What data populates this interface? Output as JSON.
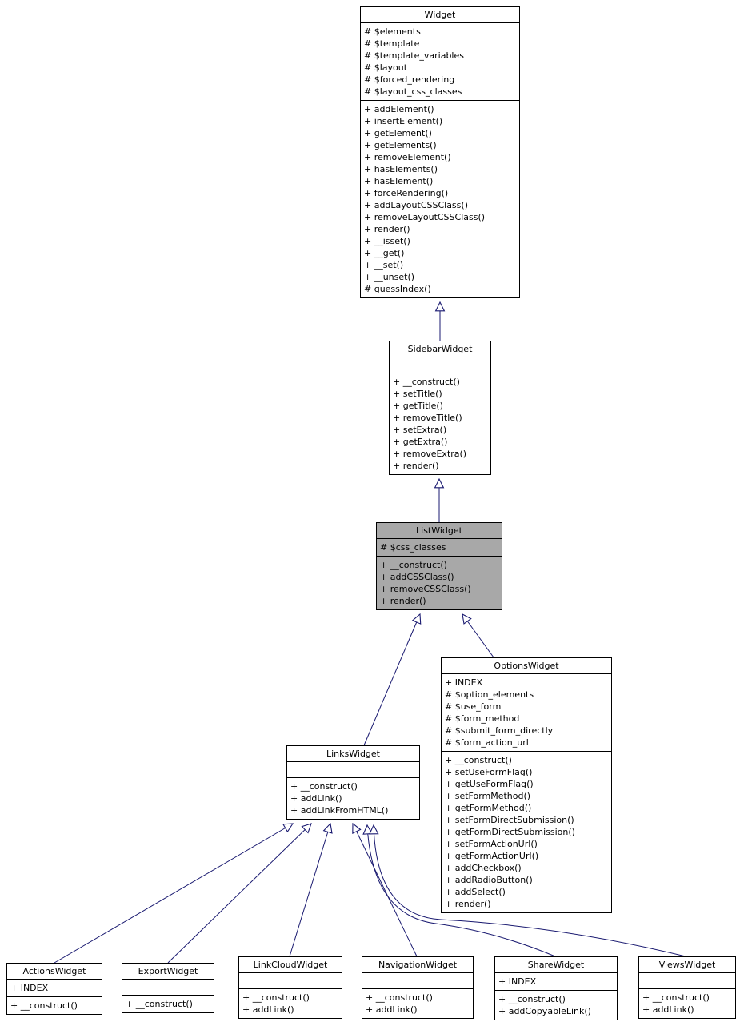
{
  "colors": {
    "arrow": "#191970",
    "highlight": "#a8a8a8",
    "box_fill": "#ffffff"
  },
  "diagram": {
    "classes": [
      {
        "name": "Widget",
        "attrs": [
          "# $elements",
          "# $template",
          "# $template_variables",
          "# $layout",
          "# $forced_rendering",
          "# $layout_css_classes"
        ],
        "methods": [
          "+ addElement()",
          "+ insertElement()",
          "+ getElement()",
          "+ getElements()",
          "+ removeElement()",
          "+ hasElements()",
          "+ hasElement()",
          "+ forceRendering()",
          "+ addLayoutCSSClass()",
          "+ removeLayoutCSSClass()",
          "+ render()",
          "+ __isset()",
          "+ __get()",
          "+ __set()",
          "+ __unset()",
          "# guessIndex()"
        ]
      },
      {
        "name": "SidebarWidget",
        "attrs": [],
        "methods": [
          "+ __construct()",
          "+ setTitle()",
          "+ getTitle()",
          "+ removeTitle()",
          "+ setExtra()",
          "+ getExtra()",
          "+ removeExtra()",
          "+ render()"
        ]
      },
      {
        "name": "ListWidget",
        "attrs": [
          "# $css_classes"
        ],
        "methods": [
          "+ __construct()",
          "+ addCSSClass()",
          "+ removeCSSClass()",
          "+ render()"
        ]
      },
      {
        "name": "OptionsWidget",
        "attrs": [
          "+ INDEX",
          "# $option_elements",
          "# $use_form",
          "# $form_method",
          "# $submit_form_directly",
          "# $form_action_url"
        ],
        "methods": [
          "+ __construct()",
          "+ setUseFormFlag()",
          "+ getUseFormFlag()",
          "+ setFormMethod()",
          "+ getFormMethod()",
          "+ setFormDirectSubmission()",
          "+ getFormDirectSubmission()",
          "+ setFormActionUrl()",
          "+ getFormActionUrl()",
          "+ addCheckbox()",
          "+ addRadioButton()",
          "+ addSelect()",
          "+ render()"
        ]
      },
      {
        "name": "LinksWidget",
        "attrs": [],
        "methods": [
          "+ __construct()",
          "+ addLink()",
          "+ addLinkFromHTML()"
        ]
      },
      {
        "name": "ActionsWidget",
        "attrs": [
          "+ INDEX"
        ],
        "methods": [
          "+ __construct()"
        ]
      },
      {
        "name": "ExportWidget",
        "attrs": [],
        "methods": [
          "+ __construct()"
        ]
      },
      {
        "name": "LinkCloudWidget",
        "attrs": [],
        "methods": [
          "+ __construct()",
          "+ addLink()"
        ]
      },
      {
        "name": "NavigationWidget",
        "attrs": [],
        "methods": [
          "+ __construct()",
          "+ addLink()"
        ]
      },
      {
        "name": "ShareWidget",
        "attrs": [
          "+ INDEX"
        ],
        "methods": [
          "+ __construct()",
          "+ addCopyableLink()"
        ]
      },
      {
        "name": "ViewsWidget",
        "attrs": [],
        "methods": [
          "+ __construct()",
          "+ addLink()"
        ]
      }
    ],
    "inheritance_edges": [
      {
        "child": "SidebarWidget",
        "parent": "Widget"
      },
      {
        "child": "ListWidget",
        "parent": "SidebarWidget"
      },
      {
        "child": "LinksWidget",
        "parent": "ListWidget"
      },
      {
        "child": "OptionsWidget",
        "parent": "ListWidget"
      },
      {
        "child": "ActionsWidget",
        "parent": "LinksWidget"
      },
      {
        "child": "ExportWidget",
        "parent": "LinksWidget"
      },
      {
        "child": "LinkCloudWidget",
        "parent": "LinksWidget"
      },
      {
        "child": "NavigationWidget",
        "parent": "LinksWidget"
      },
      {
        "child": "ShareWidget",
        "parent": "LinksWidget"
      },
      {
        "child": "ViewsWidget",
        "parent": "LinksWidget"
      }
    ]
  }
}
